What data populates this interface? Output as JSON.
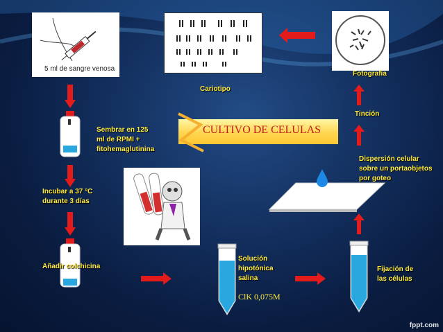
{
  "title": "CULTIVO DE CELULAS",
  "steps": {
    "blood": "5 ml de sangre venosa",
    "cariotipo": "Cariotipo",
    "fotografia": "Fotografia",
    "tincion": "Tinción",
    "sembrar": "Sembrar en 125\nml de RPMI +\nfitohemaglutinina",
    "dispersion": "Dispersión celular\nsobre un portaobjetos\npor goteo",
    "incubar": "Incubar a 37 °C\ndurante 3 días",
    "colchicina": "Añadir colchicina",
    "solucion": "Solución\nhipotónica\nsalina",
    "kcl": "ClK 0,075M",
    "fijacion": "Fijación de\nlas células"
  },
  "footer": "fppt.com",
  "colors": {
    "arrow": "#e31b1b",
    "label": "#ffeb3b",
    "title": "#c21b1b",
    "liquid": "#29a8e0"
  }
}
